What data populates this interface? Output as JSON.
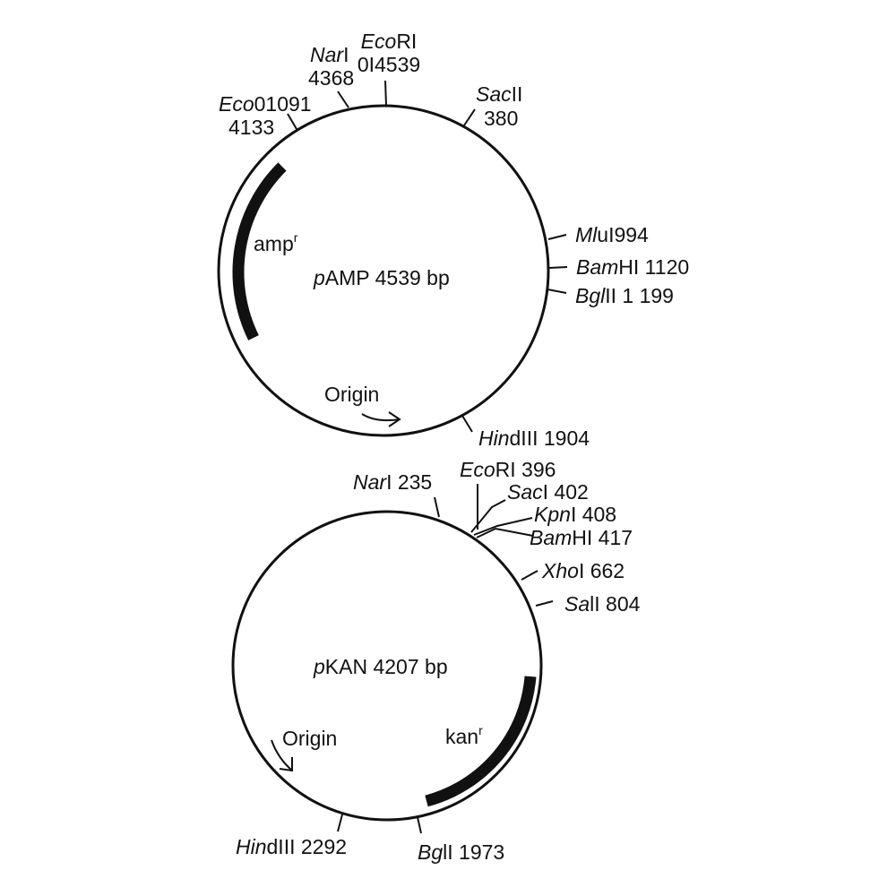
{
  "pamp": {
    "title": {
      "prefix": "p",
      "rest": "AMP 4539 bp"
    },
    "gene": {
      "name": "amp",
      "sup": "r"
    },
    "origin": "Origin",
    "sites": [
      {
        "it": "Eco",
        "rest": "01091"
      },
      {
        "plain": "4133"
      },
      {
        "it": "Nar",
        "rest": "I"
      },
      {
        "plain": "4368"
      },
      {
        "it": "Eco",
        "rest": "RI"
      },
      {
        "plain": "0I4539"
      },
      {
        "it": "Sac",
        "rest": "II"
      },
      {
        "plain": "380"
      },
      {
        "it": "Ml",
        "rest": "uI994"
      },
      {
        "it": "Bam",
        "rest": "HI 1120"
      },
      {
        "it": "Bgl",
        "rest": "II 1 199"
      },
      {
        "it": "Hin",
        "rest": "dIII 1904"
      }
    ]
  },
  "pkan": {
    "title": {
      "prefix": "p",
      "rest": "KAN 4207 bp"
    },
    "gene": {
      "name": "kan",
      "sup": "r"
    },
    "origin": "Origin",
    "sites": [
      {
        "it": "Nar",
        "rest": "I 235"
      },
      {
        "it": "Eco",
        "rest": "RI 396"
      },
      {
        "it": "Sac",
        "rest": "I 402"
      },
      {
        "it": "Kpn",
        "rest": "I 408"
      },
      {
        "it": "Bam",
        "rest": "HI 417"
      },
      {
        "it": "Xho",
        "rest": "I 662"
      },
      {
        "it": "Sa",
        "rest": "lI 804"
      },
      {
        "it": "Hin",
        "rest": "dIII 2292"
      },
      {
        "it": "Bg",
        "rest": "lI 1973"
      }
    ]
  }
}
